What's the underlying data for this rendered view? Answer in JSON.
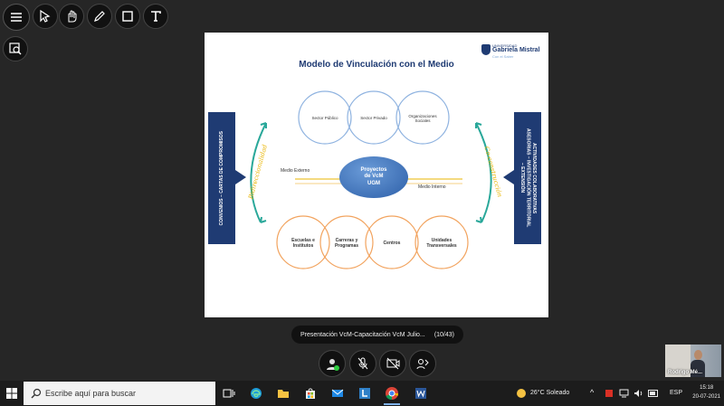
{
  "toolbar": {
    "tools": [
      "menu-icon",
      "pointer-icon",
      "hand-icon",
      "pen-icon",
      "crop-icon",
      "text-icon"
    ]
  },
  "slide": {
    "title": "Modelo de Vinculación con el Medio",
    "logo": {
      "line1": "UNIVERSIDAD",
      "line2": "Gabriela Mistral",
      "line3": "Con el Saber"
    },
    "left_banner": "CONVENIOS – CARTAS DE COMPROMISOS",
    "right_banner": "ACTIVIDADES COLABORATIVAS\nASESORIAS – INVESTIGACIÓN TERRITORIAL\n– EXTENSIÓN",
    "top_circles": [
      "Sector Público",
      "Sector Privado",
      "Organizaciones Sociales"
    ],
    "bottom_circles": [
      "Escuelas e Institutos",
      "Carreras y Programas",
      "Centros",
      "Unidades Transversales"
    ],
    "center": "Proyectos\nde VcM\nUGM",
    "medio_externo": "Medio Externo",
    "medio_interno": "Medio Interno",
    "left_arrow_label": "Bidireccionalidad",
    "right_arrow_label": "Co-construcción"
  },
  "caption": {
    "title": "Presentación VcM-Capacitación VcM Julio...",
    "page": "(10/43)"
  },
  "controls": [
    "avatar-icon",
    "mic-off-icon",
    "camera-off-icon",
    "share-icon"
  ],
  "participant": {
    "name": "Rodrigo Mé..."
  },
  "taskbar": {
    "search_placeholder": "Escribe aquí para buscar",
    "weather": "26°C  Soleado",
    "language": "ESP",
    "time": "15:18",
    "date": "20-07-2021"
  },
  "colors": {
    "navy": "#1f3b73",
    "blue_circle": "#8fb3e0",
    "orange_circle": "#f2a35e",
    "teal_arrow": "#2aa89a",
    "yellow": "#e8b400"
  }
}
